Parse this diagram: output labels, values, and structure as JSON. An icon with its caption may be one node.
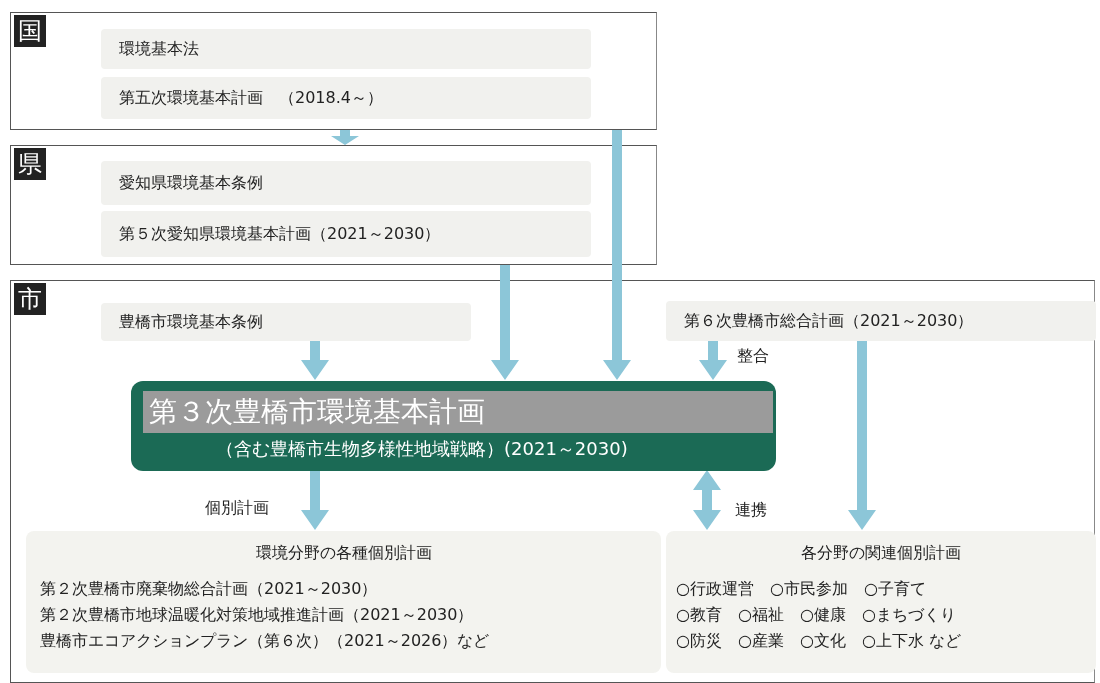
{
  "diagram": {
    "nodes": [
      {
        "text": [
          "国"
        ]
      },
      {
        "text": [
          "環境基本法"
        ],
        "in": 0
      },
      {
        "text": [
          "第五次環境基本計画　（2018.4～）"
        ],
        "in": 0
      },
      {
        "text": [
          "県"
        ]
      },
      {
        "text": [
          "愛知県環境基本条例"
        ],
        "in": 3
      },
      {
        "text": [
          "第５次愛知県環境基本計画（2021～2030）"
        ],
        "in": 3
      },
      {
        "text": [
          "市"
        ]
      },
      {
        "text": [
          "豊橋市環境基本条例"
        ],
        "in": 6
      },
      {
        "text": [
          "第６次豊橋市総合計画（2021～2030）"
        ],
        "in": 6
      },
      {
        "text": [
          "第３次豊橋市環境基本計画",
          "（含む豊橋市生物多様性地域戦略）(2021～2030)"
        ],
        "in": 6
      },
      {
        "text": [
          "環境分野の各種個別計画",
          "第２次豊橋市廃棄物総合計画（2021～2030）",
          "第２次豊橋市地球温暖化対策地域推進計画（2021～2030）",
          "豊橋市エコアクションプラン（第６次）（2021～2026）など"
        ],
        "in": 6
      },
      {
        "text": [
          "各分野の関連個別計画",
          "○行政運営　○市民参加　○子育て",
          "○教育　○福祉　○健康　○まちづくり",
          "○防災　○産業　○文化　○上下水 など"
        ],
        "in": 6
      }
    ],
    "edges": [
      {
        "from": 0,
        "to": 3,
        "arrow": "to"
      },
      {
        "from": 0,
        "to": 9,
        "arrow": "to"
      },
      {
        "from": 3,
        "to": 9,
        "arrow": "to"
      },
      {
        "from": 7,
        "to": 9,
        "arrow": "to"
      },
      {
        "from": 8,
        "to": 9,
        "arrow": "to",
        "label": "整合"
      },
      {
        "from": 9,
        "to": 10,
        "arrow": "to",
        "label": "個別計画"
      },
      {
        "from": 9,
        "to": 11,
        "arrow": "both",
        "label": "連携"
      },
      {
        "from": 8,
        "to": 11,
        "arrow": "to"
      }
    ]
  }
}
